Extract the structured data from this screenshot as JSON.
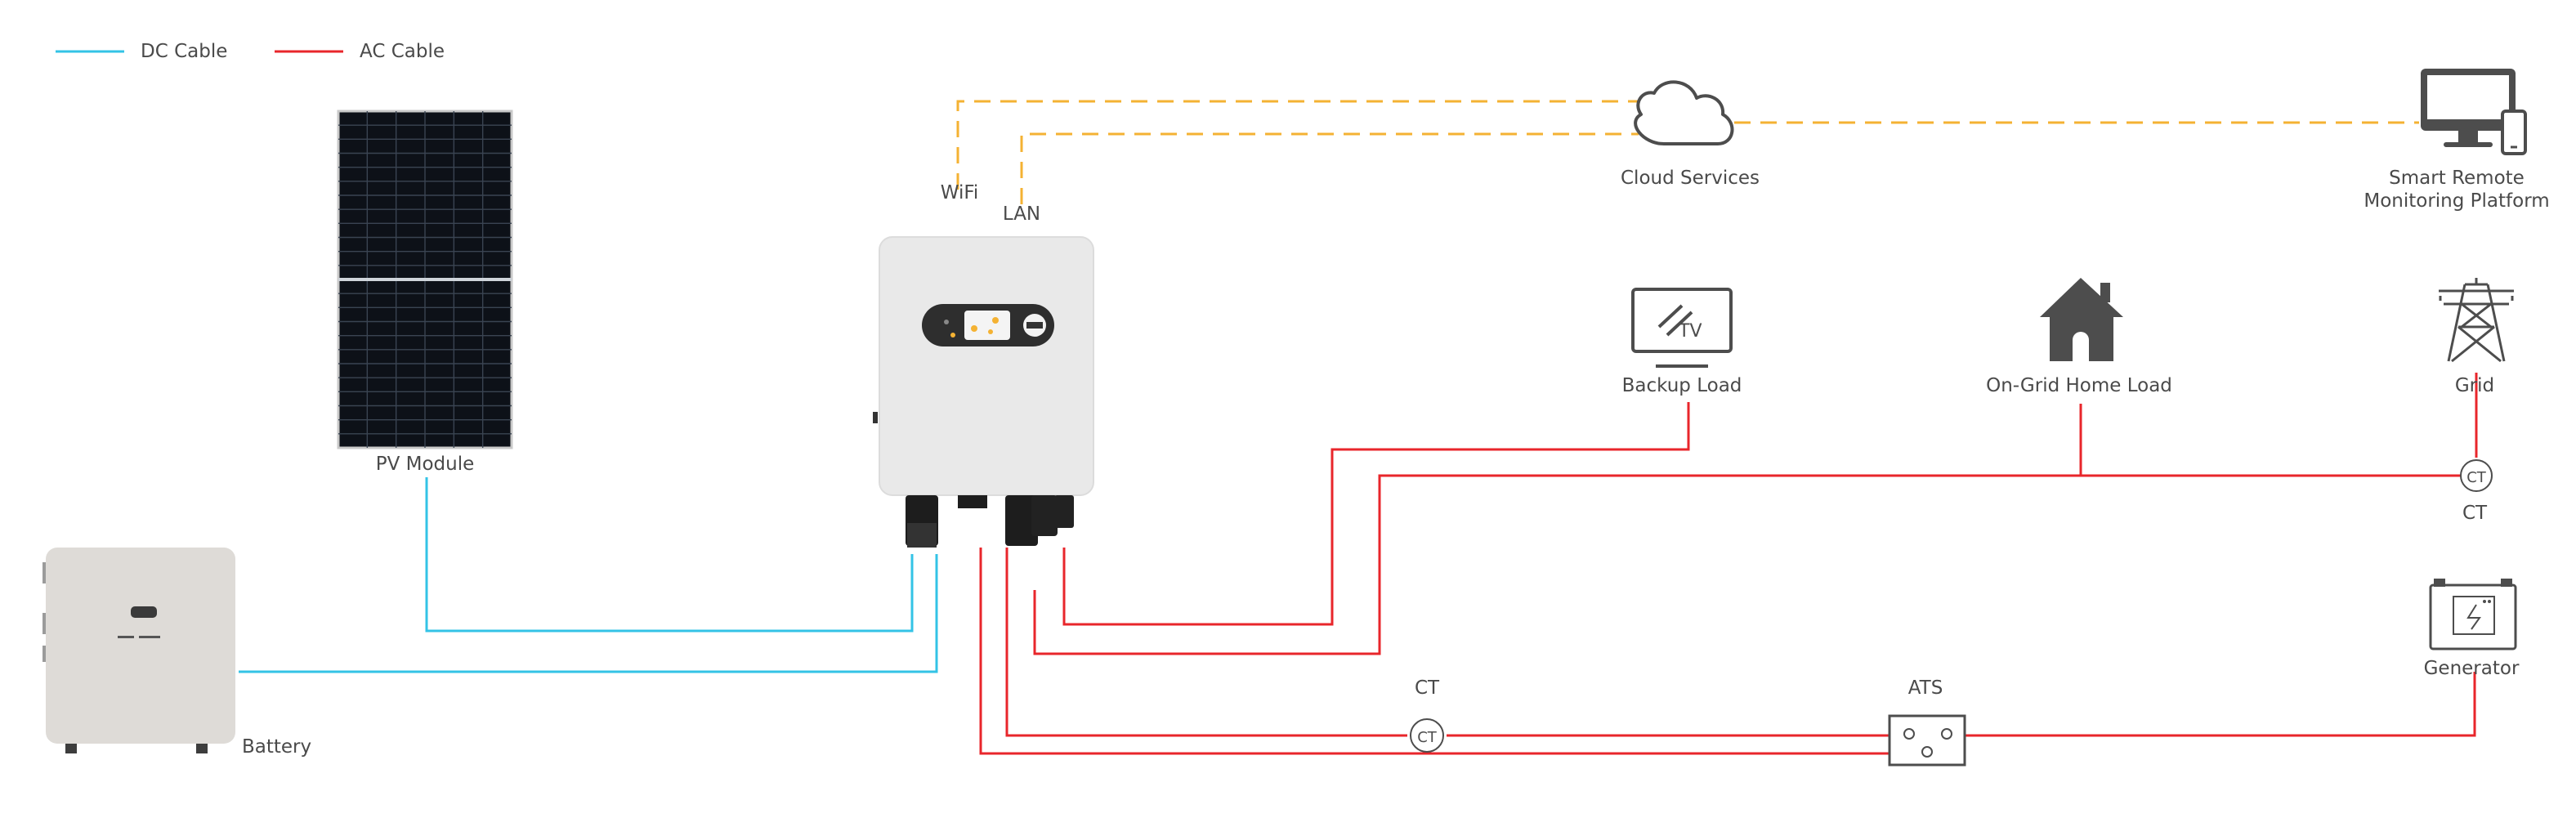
{
  "legend": {
    "dc_label": "DC Cable",
    "ac_label": "AC Cable"
  },
  "colors": {
    "dc": "#33c3e6",
    "ac": "#e8262b",
    "comm": "#f4b233",
    "icon": "#4d4d4d",
    "text": "#4a4a4a"
  },
  "labels": {
    "pv_module": "PV Module",
    "battery": "Battery",
    "wifi": "WiFi",
    "lan": "LAN",
    "cloud": "Cloud Services",
    "monitor_line1": "Smart Remote",
    "monitor_line2": "Monitoring Platform",
    "backup_load": "Backup Load",
    "home_load": "On-Grid Home Load",
    "grid": "Grid",
    "ct_grid": "CT",
    "generator": "Generator",
    "ct_bottom": "CT",
    "ats": "ATS",
    "ct_symbol": "CT",
    "tv_symbol": "TV"
  }
}
